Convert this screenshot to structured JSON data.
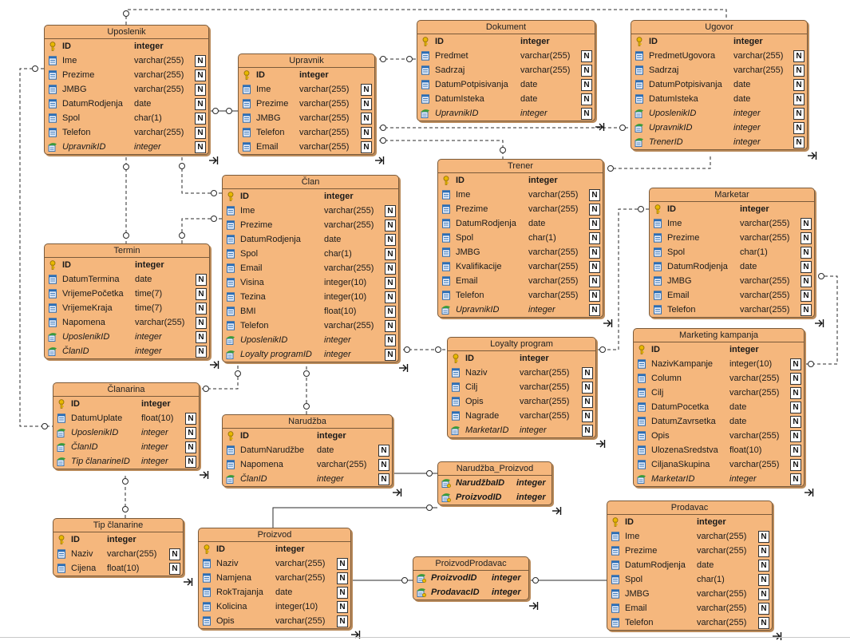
{
  "diagram": {
    "entities": [
      {
        "name": "Uposlenik",
        "columns": [
          {
            "name": "ID",
            "type": "integer",
            "kind": "pk"
          },
          {
            "name": "Ime",
            "type": "varchar(255)",
            "kind": "col",
            "nullable": true
          },
          {
            "name": "Prezime",
            "type": "varchar(255)",
            "kind": "col",
            "nullable": true
          },
          {
            "name": "JMBG",
            "type": "varchar(255)",
            "kind": "col",
            "nullable": true
          },
          {
            "name": "DatumRodjenja",
            "type": "date",
            "kind": "col",
            "nullable": true
          },
          {
            "name": "Spol",
            "type": "char(1)",
            "kind": "col",
            "nullable": true
          },
          {
            "name": "Telefon",
            "type": "varchar(255)",
            "kind": "col",
            "nullable": true
          },
          {
            "name": "UpravnikID",
            "type": "integer",
            "kind": "fk",
            "nullable": true
          }
        ]
      },
      {
        "name": "Upravnik",
        "columns": [
          {
            "name": "ID",
            "type": "integer",
            "kind": "pk"
          },
          {
            "name": "Ime",
            "type": "varchar(255)",
            "kind": "col",
            "nullable": true
          },
          {
            "name": "Prezime",
            "type": "varchar(255)",
            "kind": "col",
            "nullable": true
          },
          {
            "name": "JMBG",
            "type": "varchar(255)",
            "kind": "col",
            "nullable": true
          },
          {
            "name": "Telefon",
            "type": "varchar(255)",
            "kind": "col",
            "nullable": true
          },
          {
            "name": "Email",
            "type": "varchar(255)",
            "kind": "col",
            "nullable": true
          }
        ]
      },
      {
        "name": "Dokument",
        "columns": [
          {
            "name": "ID",
            "type": "integer",
            "kind": "pk"
          },
          {
            "name": "Predmet",
            "type": "varchar(255)",
            "kind": "col",
            "nullable": true
          },
          {
            "name": "Sadrzaj",
            "type": "varchar(255)",
            "kind": "col",
            "nullable": true
          },
          {
            "name": "DatumPotpisivanja",
            "type": "date",
            "kind": "col",
            "nullable": true
          },
          {
            "name": "DatumIsteka",
            "type": "date",
            "kind": "col",
            "nullable": true
          },
          {
            "name": "UpravnikID",
            "type": "integer",
            "kind": "fk",
            "nullable": true
          }
        ]
      },
      {
        "name": "Ugovor",
        "columns": [
          {
            "name": "ID",
            "type": "integer",
            "kind": "pk"
          },
          {
            "name": "PredmetUgovora",
            "type": "varchar(255)",
            "kind": "col",
            "nullable": true
          },
          {
            "name": "Sadrzaj",
            "type": "varchar(255)",
            "kind": "col",
            "nullable": true
          },
          {
            "name": "DatumPotpisivanja",
            "type": "date",
            "kind": "col",
            "nullable": true
          },
          {
            "name": "DatumIsteka",
            "type": "date",
            "kind": "col",
            "nullable": true
          },
          {
            "name": "UposlenikID",
            "type": "integer",
            "kind": "fk",
            "nullable": true
          },
          {
            "name": "UpravnikID",
            "type": "integer",
            "kind": "fk",
            "nullable": true
          },
          {
            "name": "TrenerID",
            "type": "integer",
            "kind": "fk",
            "nullable": true
          }
        ]
      },
      {
        "name": "Član",
        "columns": [
          {
            "name": "ID",
            "type": "integer",
            "kind": "pk"
          },
          {
            "name": "Ime",
            "type": "varchar(255)",
            "kind": "col",
            "nullable": true
          },
          {
            "name": "Prezime",
            "type": "varchar(255)",
            "kind": "col",
            "nullable": true
          },
          {
            "name": "DatumRodjenja",
            "type": "date",
            "kind": "col",
            "nullable": true
          },
          {
            "name": "Spol",
            "type": "char(1)",
            "kind": "col",
            "nullable": true
          },
          {
            "name": "Email",
            "type": "varchar(255)",
            "kind": "col",
            "nullable": true
          },
          {
            "name": "Visina",
            "type": "integer(10)",
            "kind": "col",
            "nullable": true
          },
          {
            "name": "Tezina",
            "type": "integer(10)",
            "kind": "col",
            "nullable": true
          },
          {
            "name": "BMI",
            "type": "float(10)",
            "kind": "col",
            "nullable": true
          },
          {
            "name": "Telefon",
            "type": "varchar(255)",
            "kind": "col",
            "nullable": true
          },
          {
            "name": "UposlenikID",
            "type": "integer",
            "kind": "fk",
            "nullable": true
          },
          {
            "name": "Loyalty programID",
            "type": "integer",
            "kind": "fk",
            "nullable": true
          }
        ]
      },
      {
        "name": "Trener",
        "columns": [
          {
            "name": "ID",
            "type": "integer",
            "kind": "pk"
          },
          {
            "name": "Ime",
            "type": "varchar(255)",
            "kind": "col",
            "nullable": true
          },
          {
            "name": "Prezime",
            "type": "varchar(255)",
            "kind": "col",
            "nullable": true
          },
          {
            "name": "DatumRodjenja",
            "type": "date",
            "kind": "col",
            "nullable": true
          },
          {
            "name": "Spol",
            "type": "char(1)",
            "kind": "col",
            "nullable": true
          },
          {
            "name": "JMBG",
            "type": "varchar(255)",
            "kind": "col",
            "nullable": true
          },
          {
            "name": "Kvalifikacije",
            "type": "varchar(255)",
            "kind": "col",
            "nullable": true
          },
          {
            "name": "Email",
            "type": "varchar(255)",
            "kind": "col",
            "nullable": true
          },
          {
            "name": "Telefon",
            "type": "varchar(255)",
            "kind": "col",
            "nullable": true
          },
          {
            "name": "UpravnikID",
            "type": "integer",
            "kind": "fk",
            "nullable": true
          }
        ]
      },
      {
        "name": "Marketar",
        "columns": [
          {
            "name": "ID",
            "type": "integer",
            "kind": "pk"
          },
          {
            "name": "Ime",
            "type": "varchar(255)",
            "kind": "col",
            "nullable": true
          },
          {
            "name": "Prezime",
            "type": "varchar(255)",
            "kind": "col",
            "nullable": true
          },
          {
            "name": "Spol",
            "type": "char(1)",
            "kind": "col",
            "nullable": true
          },
          {
            "name": "DatumRodjenja",
            "type": "date",
            "kind": "col",
            "nullable": true
          },
          {
            "name": "JMBG",
            "type": "varchar(255)",
            "kind": "col",
            "nullable": true
          },
          {
            "name": "Email",
            "type": "varchar(255)",
            "kind": "col",
            "nullable": true
          },
          {
            "name": "Telefon",
            "type": "varchar(255)",
            "kind": "col",
            "nullable": true
          }
        ]
      },
      {
        "name": "Termin",
        "columns": [
          {
            "name": "ID",
            "type": "integer",
            "kind": "pk"
          },
          {
            "name": "DatumTermina",
            "type": "date",
            "kind": "col",
            "nullable": true
          },
          {
            "name": "VrijemePočetka",
            "type": "time(7)",
            "kind": "col",
            "nullable": true
          },
          {
            "name": "VrijemeKraja",
            "type": "time(7)",
            "kind": "col",
            "nullable": true
          },
          {
            "name": "Napomena",
            "type": "varchar(255)",
            "kind": "col",
            "nullable": true
          },
          {
            "name": "UposlenikID",
            "type": "integer",
            "kind": "fk",
            "nullable": true
          },
          {
            "name": "ČlanID",
            "type": "integer",
            "kind": "fk",
            "nullable": true
          }
        ]
      },
      {
        "name": "Loyalty program",
        "columns": [
          {
            "name": "ID",
            "type": "integer",
            "kind": "pk"
          },
          {
            "name": "Naziv",
            "type": "varchar(255)",
            "kind": "col",
            "nullable": true
          },
          {
            "name": "Cilj",
            "type": "varchar(255)",
            "kind": "col",
            "nullable": true
          },
          {
            "name": "Opis",
            "type": "varchar(255)",
            "kind": "col",
            "nullable": true
          },
          {
            "name": "Nagrade",
            "type": "varchar(255)",
            "kind": "col",
            "nullable": true
          },
          {
            "name": "MarketarID",
            "type": "integer",
            "kind": "fk",
            "nullable": true
          }
        ]
      },
      {
        "name": "Marketing kampanja",
        "columns": [
          {
            "name": "ID",
            "type": "integer",
            "kind": "pk"
          },
          {
            "name": "NazivKampanje",
            "type": "integer(10)",
            "kind": "col",
            "nullable": true
          },
          {
            "name": "Column",
            "type": "varchar(255)",
            "kind": "col",
            "nullable": true
          },
          {
            "name": "Cilj",
            "type": "varchar(255)",
            "kind": "col",
            "nullable": true
          },
          {
            "name": "DatumPocetka",
            "type": "date",
            "kind": "col",
            "nullable": true
          },
          {
            "name": "DatumZavrsetka",
            "type": "date",
            "kind": "col",
            "nullable": true
          },
          {
            "name": "Opis",
            "type": "varchar(255)",
            "kind": "col",
            "nullable": true
          },
          {
            "name": "UlozenaSredstva",
            "type": "float(10)",
            "kind": "col",
            "nullable": true
          },
          {
            "name": "CiljanaSkupina",
            "type": "varchar(255)",
            "kind": "col",
            "nullable": true
          },
          {
            "name": "MarketarID",
            "type": "integer",
            "kind": "fk",
            "nullable": true
          }
        ]
      },
      {
        "name": "Članarina",
        "columns": [
          {
            "name": "ID",
            "type": "integer",
            "kind": "pk"
          },
          {
            "name": "DatumUplate",
            "type": "float(10)",
            "kind": "col",
            "nullable": true
          },
          {
            "name": "UposlenikID",
            "type": "integer",
            "kind": "fk",
            "nullable": true
          },
          {
            "name": "ČlanID",
            "type": "integer",
            "kind": "fk",
            "nullable": true
          },
          {
            "name": "Tip članarineID",
            "type": "integer",
            "kind": "fk",
            "nullable": true
          }
        ]
      },
      {
        "name": "Narudžba",
        "columns": [
          {
            "name": "ID",
            "type": "integer",
            "kind": "pk"
          },
          {
            "name": "DatumNarudžbe",
            "type": "date",
            "kind": "col",
            "nullable": true
          },
          {
            "name": "Napomena",
            "type": "varchar(255)",
            "kind": "col",
            "nullable": true
          },
          {
            "name": "ČlanID",
            "type": "integer",
            "kind": "fk",
            "nullable": true
          }
        ]
      },
      {
        "name": "Narudžba_Proizvod",
        "columns": [
          {
            "name": "NarudžbaID",
            "type": "integer",
            "kind": "pkfk"
          },
          {
            "name": "ProizvodID",
            "type": "integer",
            "kind": "pkfk"
          }
        ]
      },
      {
        "name": "Tip članarine",
        "columns": [
          {
            "name": "ID",
            "type": "integer",
            "kind": "pk"
          },
          {
            "name": "Naziv",
            "type": "varchar(255)",
            "kind": "col",
            "nullable": true
          },
          {
            "name": "Cijena",
            "type": "float(10)",
            "kind": "col",
            "nullable": true
          }
        ]
      },
      {
        "name": "Proizvod",
        "columns": [
          {
            "name": "ID",
            "type": "integer",
            "kind": "pk"
          },
          {
            "name": "Naziv",
            "type": "varchar(255)",
            "kind": "col",
            "nullable": true
          },
          {
            "name": "Namjena",
            "type": "varchar(255)",
            "kind": "col",
            "nullable": true
          },
          {
            "name": "RokTrajanja",
            "type": "date",
            "kind": "col",
            "nullable": true
          },
          {
            "name": "Kolicina",
            "type": "integer(10)",
            "kind": "col",
            "nullable": true
          },
          {
            "name": "Opis",
            "type": "varchar(255)",
            "kind": "col",
            "nullable": true
          }
        ]
      },
      {
        "name": "ProizvodProdavac",
        "columns": [
          {
            "name": "ProizvodID",
            "type": "integer",
            "kind": "pkfk"
          },
          {
            "name": "ProdavacID",
            "type": "integer",
            "kind": "pkfk"
          }
        ]
      },
      {
        "name": "Prodavac",
        "columns": [
          {
            "name": "ID",
            "type": "integer",
            "kind": "pk"
          },
          {
            "name": "Ime",
            "type": "varchar(255)",
            "kind": "col",
            "nullable": true
          },
          {
            "name": "Prezime",
            "type": "varchar(255)",
            "kind": "col",
            "nullable": true
          },
          {
            "name": "DatumRodjenja",
            "type": "date",
            "kind": "col",
            "nullable": true
          },
          {
            "name": "Spol",
            "type": "char(1)",
            "kind": "col",
            "nullable": true
          },
          {
            "name": "JMBG",
            "type": "varchar(255)",
            "kind": "col",
            "nullable": true
          },
          {
            "name": "Email",
            "type": "varchar(255)",
            "kind": "col",
            "nullable": true
          },
          {
            "name": "Telefon",
            "type": "varchar(255)",
            "kind": "col",
            "nullable": true
          }
        ]
      }
    ],
    "relationships": [
      {
        "from": "Upravnik",
        "to": "Uposlenik",
        "line": "solid"
      },
      {
        "from": "Upravnik",
        "to": "Dokument",
        "line": "dashed"
      },
      {
        "from": "Uposlenik",
        "to": "Ugovor",
        "line": "dashed"
      },
      {
        "from": "Upravnik",
        "to": "Ugovor",
        "line": "dashed"
      },
      {
        "from": "Upravnik",
        "to": "Trener",
        "line": "dashed"
      },
      {
        "from": "Trener",
        "to": "Ugovor",
        "line": "dashed"
      },
      {
        "from": "Uposlenik",
        "to": "Član",
        "line": "dashed"
      },
      {
        "from": "Uposlenik",
        "to": "Termin",
        "line": "dashed"
      },
      {
        "from": "Član",
        "to": "Termin",
        "line": "dashed"
      },
      {
        "from": "Uposlenik",
        "to": "Članarina",
        "line": "dashed"
      },
      {
        "from": "Član",
        "to": "Članarina",
        "line": "dashed"
      },
      {
        "from": "Loyalty program",
        "to": "Član",
        "line": "dashed"
      },
      {
        "from": "Marketar",
        "to": "Loyalty program",
        "line": "dashed"
      },
      {
        "from": "Marketar",
        "to": "Marketing kampanja",
        "line": "dashed"
      },
      {
        "from": "Član",
        "to": "Narudžba",
        "line": "dashed"
      },
      {
        "from": "Tip članarine",
        "to": "Članarina",
        "line": "dashed"
      },
      {
        "from": "Narudžba",
        "to": "Narudžba_Proizvod",
        "line": "solid"
      },
      {
        "from": "Proizvod",
        "to": "Narudžba_Proizvod",
        "line": "solid"
      },
      {
        "from": "Proizvod",
        "to": "ProizvodProdavac",
        "line": "solid"
      },
      {
        "from": "Prodavac",
        "to": "ProizvodProdavac",
        "line": "solid"
      }
    ]
  },
  "colors": {
    "entity_fill": "#f5b77d",
    "border": "#7a5a3a",
    "key_icon": "#e8b800",
    "column_icon": "#2a6db5",
    "fk_icon": "#3a9a3a"
  },
  "icons": {
    "primary_key": "key-icon",
    "column": "column-icon",
    "foreign_key": "foreign-key-icon",
    "nullable": "nullable-n-icon"
  }
}
